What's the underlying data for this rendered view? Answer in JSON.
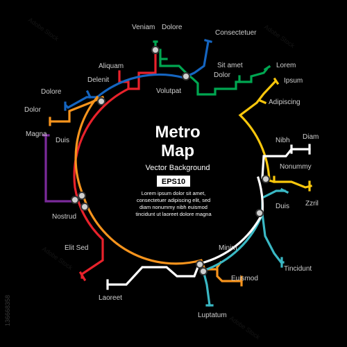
{
  "title": {
    "line1": "Metro",
    "line2": "Map"
  },
  "subtitle": "Vector Background",
  "badge": "EPS10",
  "description": [
    "Lorem ipsum dolor sit amet,",
    "consectetuer adipiscing elit, sed",
    "diam nonummy nibh euismod",
    "tincidunt ut laoreet dolore magna"
  ],
  "stock_id": "136668358",
  "watermark": "Adobe Stock",
  "colors": {
    "background": "#000000",
    "red": "#e8222b",
    "green": "#00a651",
    "blue": "#1565c0",
    "orange": "#f7941d",
    "purple": "#7b2a9b",
    "yellow": "#f9c70c",
    "cyan": "#3ab8c4",
    "white": "#ffffff"
  },
  "stations": {
    "veniam": "Veniam",
    "dolore_top": "Dolore",
    "consectetuer": "Consectetuer",
    "sit_amet": "Sit amet",
    "aliquam": "Aliquam",
    "dolor_right": "Dolor",
    "lorem": "Lorem",
    "ipsum": "Ipsum",
    "delenit": "Delenit",
    "volutpat": "Volutpat",
    "dolore_left": "Dolore",
    "adipiscing": "Adipiscing",
    "dolor_left": "Dolor",
    "nibh": "Nibh",
    "diam": "Diam",
    "magna": "Magna",
    "duis_left": "Duis",
    "nonummy": "Nonummy",
    "zzril": "Zzril",
    "duis_right": "Duis",
    "nostrud": "Nostrud",
    "elit_sed": "Elit Sed",
    "minim": "Minim",
    "tincidunt": "Tincidunt",
    "euismod": "Euismod",
    "laoreet": "Laoreet",
    "luptatum": "Luptatum"
  }
}
